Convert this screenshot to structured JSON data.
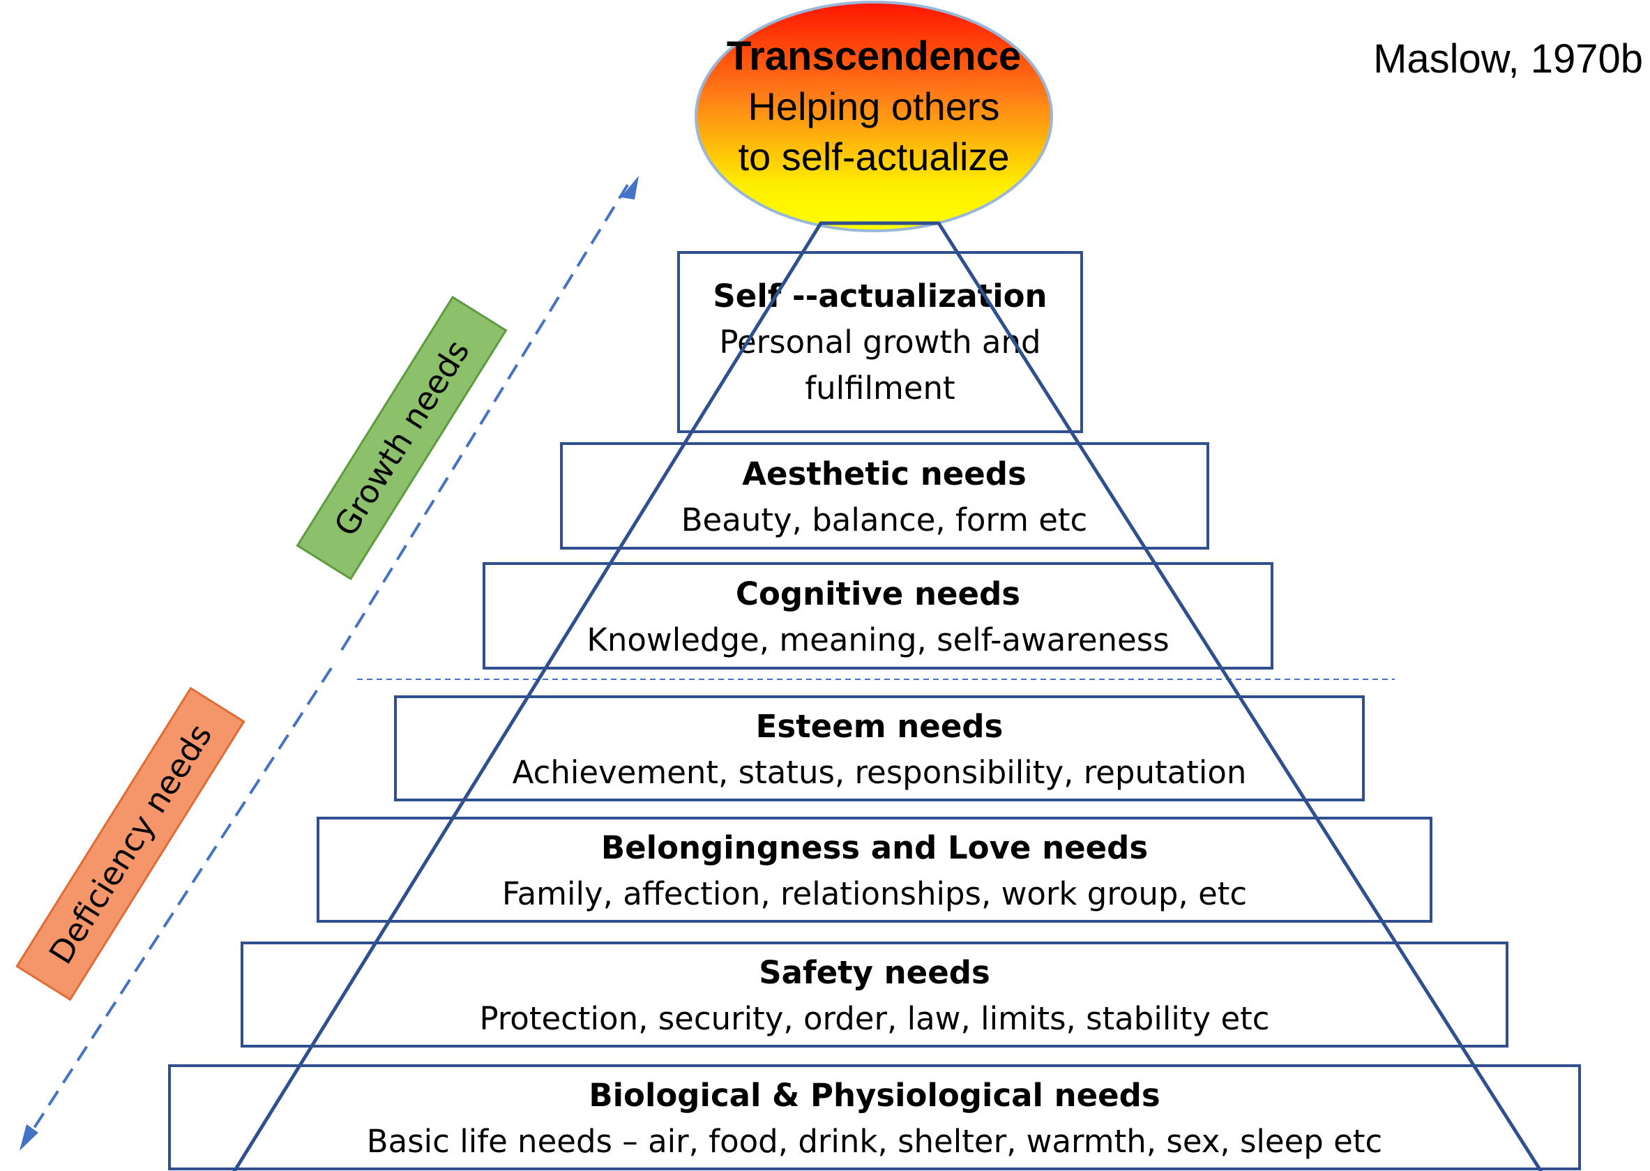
{
  "citation": "Maslow, 1970b",
  "transcendence": {
    "title": "Transcendence",
    "line1": "Helping others",
    "line2": "to self-actualize"
  },
  "levels": [
    {
      "title": "Self --actualization",
      "line1": "Personal growth and",
      "line2": "fulfilment"
    },
    {
      "title": "Aesthetic needs",
      "line1": "Beauty, balance, form etc"
    },
    {
      "title": "Cognitive needs",
      "line1": "Knowledge, meaning, self-awareness"
    },
    {
      "title": "Esteem needs",
      "line1": "Achievement, status, responsibility, reputation"
    },
    {
      "title": "Belongingness and  Love needs",
      "line1": "Family, affection, relationships, work group, etc"
    },
    {
      "title": "Safety needs",
      "line1": "Protection, security, order, law, limits, stability etc"
    },
    {
      "title": "Biological & Physiological needs",
      "line1": "Basic life needs – air, food, drink, shelter, warmth, sex, sleep etc"
    }
  ],
  "side_labels": {
    "growth": "Growth needs",
    "deficiency": "Deficiency needs"
  },
  "colors": {
    "box_border": "#2f4f8f",
    "arrow": "#4472c4",
    "growth_fill": "#8cc06a",
    "growth_border": "#5e9a3f",
    "deficiency_fill": "#f4956a",
    "deficiency_border": "#e06b35",
    "gradient_top": "#ff1a00",
    "gradient_bottom": "#ffff00"
  }
}
